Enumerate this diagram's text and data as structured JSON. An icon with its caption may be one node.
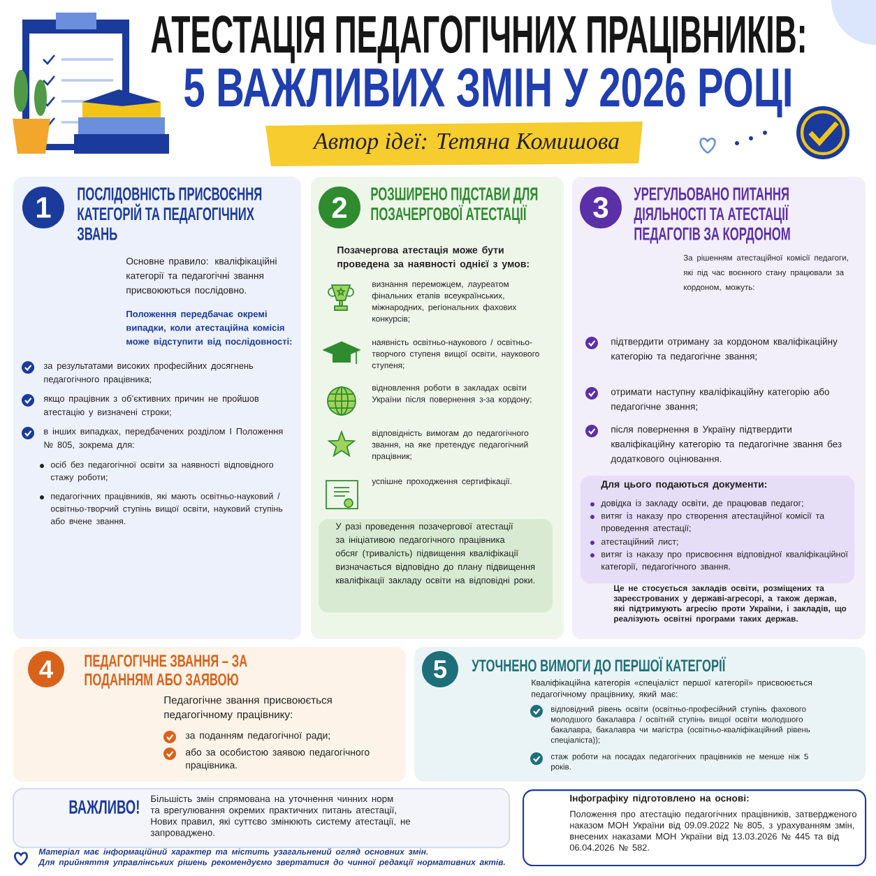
{
  "diagram": {
    "title": "АТЕСТАЦІЯ ПЕДАГОГІЧНИХ ПРАЦІВНИКІВ:",
    "nodes": [
      {
        "text": [
          "ПОСЛІДОВНІСТЬ ПРИСВОЄННЯ КАТЕГОРІЙ ТА ПЕДАГОГІЧНИХ ЗВАНЬ",
          "Основне правило: кваліфікаційні категорії та педагогічні звання присвоюються послідовно.",
          "Положення передбачає окремі випадки, коли атестаційна комісія може відступити від послідовності:",
          "за результатами високих професійних досягнень педагогічного працівника;",
          "якщо працівник з об’єктивних причин не пройшов атестацію у визначені строки;",
          "в інших випадках, передбачених розділом I Положення № 805, зокрема для:",
          "осіб без педагогічної освіти за наявності відповідного стажу роботи;",
          "педагогічних працівників, які мають освітньо-науковий / освітньо-творчий ступінь вищої освіти, науковий ступінь або вчене звання."
        ]
      },
      {
        "text": [
          "1"
        ],
        "in": 0
      },
      {
        "text": [
          "РОЗШИРЕНО ПІДСТАВИ ДЛЯ ПОЗАЧЕРГОВОЇ АТЕСТАЦІЇ",
          "Позачергова атестація може бути проведена за наявності однієї з умов:",
          "визнання переможцем, лауреатом фінальних етапів всеукраїнських, міжнародних, регіональних фахових конкурсів;",
          "наявність освітньо-наукового / освітньо-творчого ступеня вищої освіти, наукового ступеня;",
          "відновлення роботи в закладах освіти України після повернення з-за кордону;",
          "відповідність вимогам до педагогічного звання, на яке претендує педагогічний працівник;",
          "успішне проходження сертифікації."
        ]
      },
      {
        "text": [
          "2"
        ],
        "in": 2
      },
      {
        "text": [
          "У разі проведення позачергової атестації за ініціативою педагогічного працівника обсяг (тривалість) підвищення кваліфікації визначається відповідно до плану підвищення кваліфікації закладу освіти на відповідні роки."
        ],
        "in": 2
      },
      {
        "text": [
          "УРЕГУЛЬОВАНО ПИТАННЯ ДІЯЛЬНОСТІ ТА АТЕСТАЦІЇ ПЕДАГОГІВ ЗА КОРДОНОМ",
          "За рішенням атестаційної комісії педагоги, які під час воєнного стану працювали за кордоном, можуть:",
          "підтвердити отриману за кордоном кваліфікаційну категорію та педагогічне звання;",
          "отримати наступну кваліфікаційну категорію або педагогічне звання;",
          "після повернення в Україну підтвердити кваліфікаційну категорію та педагогічне звання без додаткового оцінювання.",
          "Це не стосується закладів освіти, розміщених та зареєстрованих у державі-агресорі, а також держав, які підтримують агресію проти України, і закладів, що реалізують освітні програми таких держав."
        ]
      },
      {
        "text": [
          "3"
        ],
        "in": 5
      },
      {
        "text": [
          "Для цього подаються документи:",
          "довідка із закладу освіти, де працював педагог;",
          "витяг із наказу про створення атестаційної комісії та проведення атестації;",
          "атестаційний лист;",
          "витяг із наказу про присвоєння відповідної кваліфікаційної категорії, педагогічного звання."
        ],
        "in": 5
      },
      {
        "text": [
          "ПЕДАГОГІЧНЕ ЗВАННЯ – ЗА ПОДАННЯМ АБО ЗАЯВОЮ",
          "Педагогічне звання присвоюється педагогічному працівнику:",
          "за поданням педагогічної ради;",
          "або за особистою заявою педагогічного працівника."
        ]
      },
      {
        "text": [
          "4"
        ],
        "in": 8
      },
      {
        "text": [
          "УТОЧНЕНО ВИМОГИ ДО ПЕРШОЇ КАТЕГОРІЇ",
          "Кваліфікаційна категорія «спеціаліст першої категорії» присвоюється педагогічному працівнику, який має:",
          "відповідний рівень освіти (освітньо-професійний ступінь фахового молодшого бакалавра / освітній ступінь вищої освіти молодшого бакалавра, бакалавра чи магістра (освітньо-кваліфікаційний рівень спеціаліста));",
          "стаж роботи на посадах педагогічних працівників не менше ніж 5 років."
        ]
      },
      {
        "text": [
          "5"
        ],
        "in": 10
      },
      {
        "text": [
          "ВАЖЛИВО!",
          "Більшість змін спрямована на уточнення чинних норм та врегулювання окремих практичних питань атестації, Нових правил, які суттєво змінюють систему атестації, не запроваджено."
        ]
      },
      {
        "text": [
          "Інфографіку підготовлено на основі:",
          "Положення про атестацію педагогічних працівників, затвердженого наказом МОН України від 09.09.2022 № 805, з урахуванням змін, внесених наказами МОН України від 13.03.2026 № 445 та від 06.04.2026 № 582."
        ]
      }
    ],
    "labels": [
      "5 ВАЖЛИВИХ ЗМІН У 2026 РОЦІ",
      "Автор ідеї: Тетяна Комишова",
      "Матеріал має інформаційний характер та містить узагальнений огляд основних змін.",
      "Для прийняття управлінських рішень рекомендуємо звертатися до чинної редакції нормативних актів."
    ]
  }
}
